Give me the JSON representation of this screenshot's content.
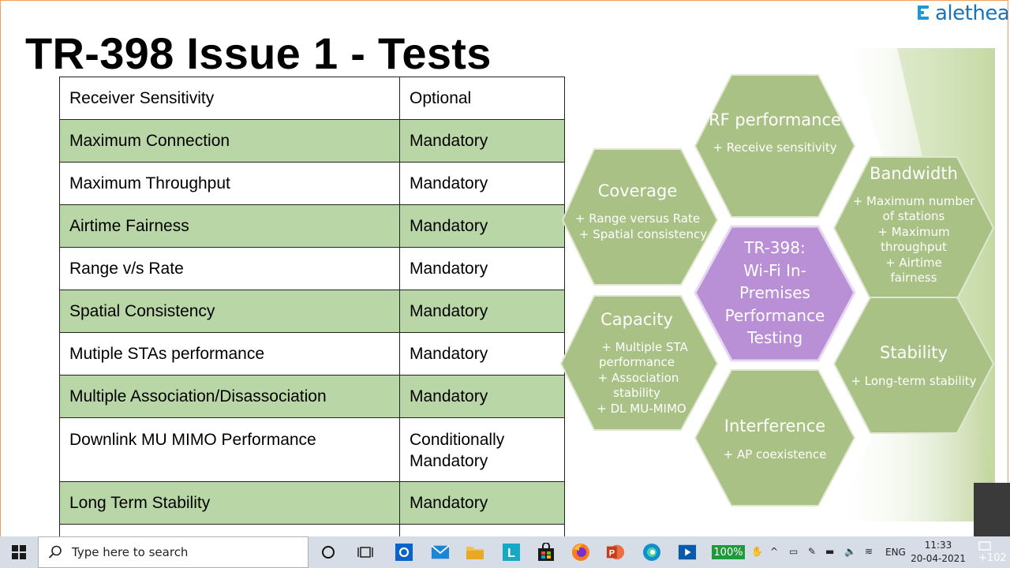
{
  "slide": {
    "logo_text": "alethea",
    "title": "TR-398 Issue 1 - Tests",
    "table": {
      "rows": [
        {
          "test": "Receiver Sensitivity",
          "status": "Optional"
        },
        {
          "test": "Maximum Connection",
          "status": "Mandatory"
        },
        {
          "test": "Maximum Throughput",
          "status": "Mandatory"
        },
        {
          "test": "Airtime Fairness",
          "status": "Mandatory"
        },
        {
          "test": "Range v/s Rate",
          "status": "Mandatory"
        },
        {
          "test": "Spatial Consistency",
          "status": "Mandatory"
        },
        {
          "test": "Mutiple STAs performance",
          "status": "Mandatory"
        },
        {
          "test": "Multiple Association/Disassociation",
          "status": "Mandatory"
        },
        {
          "test": "Downlink MU MIMO Performance",
          "status": "Conditionally Mandatory"
        },
        {
          "test": "Long Term Stability",
          "status": "Mandatory"
        }
      ]
    },
    "hexagons": {
      "center": {
        "lines": [
          "TR-398:",
          "Wi-Fi In-",
          "Premises",
          "Performance",
          "Testing"
        ]
      },
      "rf": {
        "title": "RF performance",
        "items": [
          "+ Receive sensitivity"
        ]
      },
      "bandwidth": {
        "title": "Bandwidth",
        "items": [
          "+ Maximum number",
          "of stations",
          "+ Maximum",
          "throughput",
          "+ Airtime",
          "fairness"
        ]
      },
      "coverage": {
        "title": "Coverage",
        "items": [
          "+ Range versus Rate",
          "+ Spatial consistency"
        ]
      },
      "capacity": {
        "title": "Capacity",
        "items": [
          "+ Multiple STA",
          "performance",
          "+ Association",
          "stability",
          "+ DL MU-MIMO"
        ]
      },
      "stability": {
        "title": "Stability",
        "items": [
          "+ Long-term stability"
        ]
      },
      "interference": {
        "title": "Interference",
        "items": [
          "+ AP coexistence"
        ]
      }
    },
    "colors": {
      "row_green": "#b9d7a6",
      "hex_green": "#a9c184",
      "hex_purple": "#b98fd6",
      "frame_orange": "#f0a060"
    }
  },
  "taskbar": {
    "search_placeholder": "Type here to search",
    "zoom": "100%",
    "language": "ENG",
    "time": "11:33",
    "date": "20-04-2021",
    "notification_count": "+102",
    "pinned_icons": [
      "cortana-circle-icon",
      "task-view-icon",
      "outlook-icon",
      "mail-icon",
      "file-explorer-icon",
      "l-app-icon",
      "store-icon",
      "firefox-icon",
      "powerpoint-icon",
      "edge-icon",
      "media-app-icon"
    ]
  }
}
